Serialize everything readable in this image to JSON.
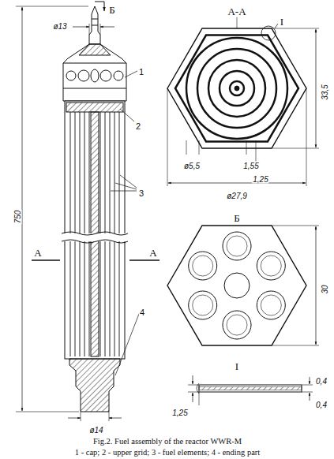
{
  "diagram": {
    "caption": "Fig.2. Fuel assembly of the reactor WWR-M",
    "labels": [
      "Б",
      "ø13",
      "750",
      "1",
      "2",
      "3",
      "4",
      "A",
      "A",
      "ø14",
      "A-A",
      "I",
      "33,5",
      "ø5,5",
      "1,55",
      "1,25",
      "ø27,9",
      "Б",
      "30",
      "I",
      "0,4",
      "0,4",
      "1,25",
      "1 - cap; 2 - upper grid; 3 - fuel elements; 4 - ending part"
    ]
  }
}
